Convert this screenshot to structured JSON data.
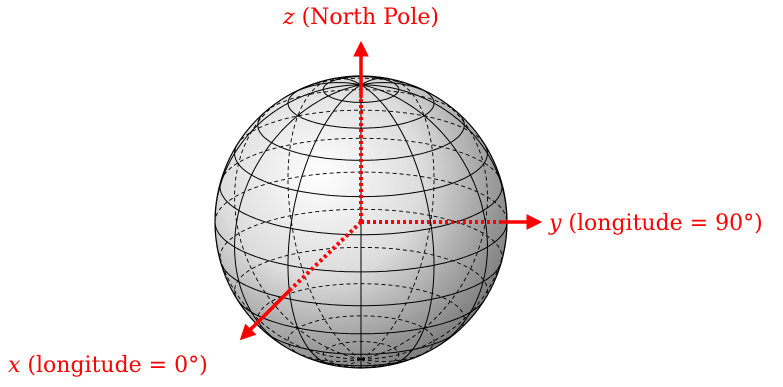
{
  "colors": {
    "axis": "#ff0000",
    "grid": "#000000",
    "sphere_light": "#ffffff",
    "sphere_dark": "#6a6a6a"
  },
  "axes": {
    "z": {
      "var": "z",
      "text": " (North Pole)"
    },
    "y": {
      "var": "y",
      "text": " (longitude = 90°)"
    },
    "x": {
      "var": "x",
      "text": " (longitude = 0°)"
    }
  }
}
